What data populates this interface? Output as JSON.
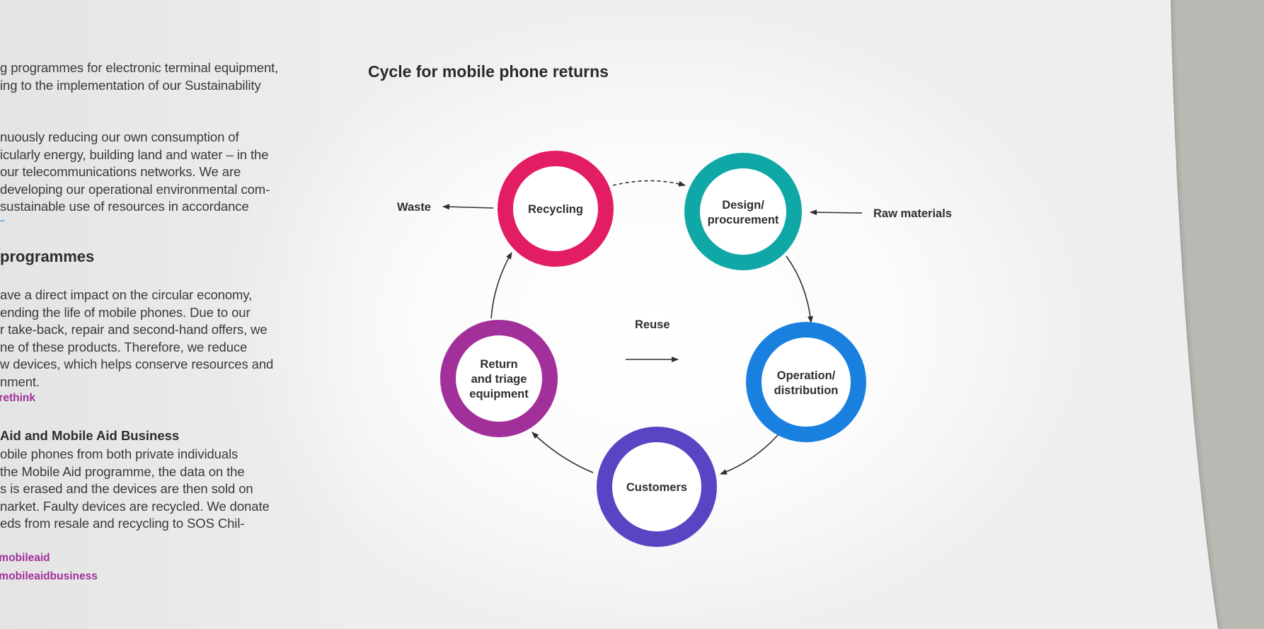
{
  "left_column": {
    "para1": [
      "g programmes for electronic terminal equipment,",
      "ing to the implementation of our Sustainability"
    ],
    "para2": [
      "nuously reducing our own consumption of",
      "icularly energy, building land and water – in the",
      "our telecommunications networks. We are",
      " developing our operational environmental com-",
      "sustainable use of resources in accordance"
    ],
    "para2_link": "..",
    "heading": "programmes",
    "para3": [
      "ave a direct impact on the circular economy,",
      "ending the life of mobile phones. Due to our",
      "r take-back, repair and second-hand offers, we",
      "ne of these products. Therefore, we reduce",
      "w devices, which helps conserve resources and",
      "nment."
    ],
    "para3_link": "/rethink",
    "subheading": "Aid and Mobile Aid Business",
    "para4": [
      "obile phones from both private individuals",
      " the Mobile Aid programme, the data on the",
      "s is erased and the devices are then sold on",
      "narket. Faulty devices are recycled. We donate",
      "eds from resale and recycling to SOS Chil-"
    ],
    "links": [
      "/mobileaid",
      "/mobileaidbusiness"
    ]
  },
  "diagram": {
    "title": "Cycle for mobile phone returns",
    "nodes": [
      {
        "id": "recycling",
        "lines": [
          "Recycling"
        ],
        "color": "#e31d63"
      },
      {
        "id": "design",
        "lines": [
          "Design/",
          "procurement"
        ],
        "color": "#0fa8a6"
      },
      {
        "id": "operation",
        "lines": [
          "Operation/",
          "distribution"
        ],
        "color": "#1a80e0"
      },
      {
        "id": "customers",
        "lines": [
          "Customers"
        ],
        "color": "#5b44c4"
      },
      {
        "id": "return",
        "lines": [
          "Return",
          "and triage",
          "equipment"
        ],
        "color": "#a2309a"
      }
    ],
    "external_labels": {
      "waste": "Waste",
      "raw_materials": "Raw materials",
      "reuse": "Reuse"
    },
    "edges": [
      {
        "from": "recycling",
        "to": "design",
        "style": "dashed"
      },
      {
        "from": "design",
        "to": "operation",
        "style": "solid"
      },
      {
        "from": "operation",
        "to": "customers",
        "style": "solid"
      },
      {
        "from": "customers",
        "to": "return",
        "style": "solid"
      },
      {
        "from": "return",
        "to": "recycling",
        "style": "solid"
      },
      {
        "from": "recycling",
        "to": "waste",
        "style": "solid"
      },
      {
        "from": "raw_materials",
        "to": "design",
        "style": "solid"
      },
      {
        "from": "reuse",
        "to": "operation",
        "style": "solid"
      }
    ]
  }
}
